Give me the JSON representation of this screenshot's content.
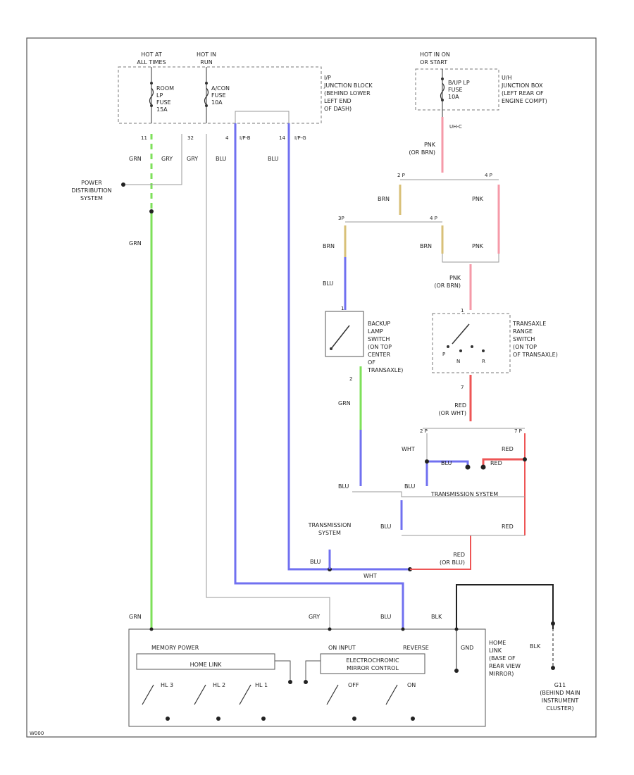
{
  "colors": {
    "grn": "#7ee05a",
    "blu": "#7070f0",
    "pnk": "#f59aa8",
    "brn": "#d8c078",
    "red": "#ee5555",
    "gry": "#999999",
    "blk": "#222222",
    "frame": "#555555"
  },
  "fuse_block_1": {
    "hot_at_all": [
      "HOT AT",
      "ALL TIMES"
    ],
    "hot_in_run": [
      "HOT IN",
      "RUN"
    ],
    "fuse_room": [
      "ROOM",
      "LP",
      "FUSE",
      "15A"
    ],
    "fuse_acc": [
      "A/CON",
      "FUSE",
      "10A"
    ],
    "desc": [
      "I/P",
      "JUNCTION BLOCK",
      "(BEHIND LOWER",
      "LEFT END",
      "OF DASH)"
    ],
    "pins": {
      "p11": "11",
      "p32": "32",
      "p4": "4",
      "p14": "14",
      "c1": "I/P-B",
      "c2": "I/P-G"
    }
  },
  "fuse_block_2": {
    "hot": [
      "HOT IN ON",
      "OR START"
    ],
    "fuse": [
      "B/UP LP",
      "FUSE",
      "10A"
    ],
    "desc": [
      "U/H",
      "JUNCTION BOX",
      "(LEFT REAR OF",
      "ENGINE COMPT)"
    ],
    "pin": "UH-C"
  },
  "wires": {
    "grn": "GRN",
    "gry": "GRY",
    "blu": "BLU",
    "pnk": "PNK",
    "pnk_or_brn": [
      "PNK",
      "(OR BRN)"
    ],
    "brn": "BRN",
    "red": "RED",
    "red_or_wht": [
      "RED",
      "(OR WHT)"
    ],
    "wht": "WHT",
    "red_or_blu": [
      "RED",
      "(OR BLU)"
    ],
    "blk": "BLK"
  },
  "power_distribution": [
    "POWER",
    "DISTRIBUTION",
    "SYSTEM"
  ],
  "backup_switch": {
    "label": [
      "BACKUP",
      "LAMP",
      "SWITCH",
      "(ON TOP",
      "CENTER",
      "OF",
      "TRANSAXLE)"
    ],
    "pin_top": "1",
    "pin_bot": "2"
  },
  "range_switch": {
    "label": [
      "TRANSAXLE",
      "RANGE",
      "SWITCH",
      "(ON TOP",
      "OF TRANSAXLE)"
    ],
    "pin_top": "1",
    "pin_bot": "7",
    "p": "P",
    "n": "N",
    "r": "R"
  },
  "splices": {
    "s1": "2 P",
    "s2": "4 P",
    "s3": "3P",
    "s4": "4 P",
    "s5": "2 P",
    "s6": "7 P"
  },
  "transmission_system_1": "TRANSMISSION SYSTEM",
  "transmission_system_2": [
    "TRANSMISSION",
    "SYSTEM"
  ],
  "mirror": {
    "memory_power": "MEMORY POWER",
    "home_link": "HOME LINK",
    "on_input": "ON INPUT",
    "reverse": "REVERSE",
    "gnd": "GND",
    "electro": [
      "ELECTROCHROMIC",
      "MIRROR CONTROL"
    ],
    "hl3": "HL 3",
    "hl2": "HL 2",
    "hl1": "HL 1",
    "off": "OFF",
    "on": "ON",
    "label": [
      "HOME",
      "LINK",
      "(BASE OF",
      "REAR VIEW",
      "MIRROR)"
    ]
  },
  "g_ground": {
    "label": [
      "G11",
      "(BEHIND MAIN",
      "INSTRUMENT",
      "CLUSTER)"
    ]
  },
  "footer": "W000"
}
